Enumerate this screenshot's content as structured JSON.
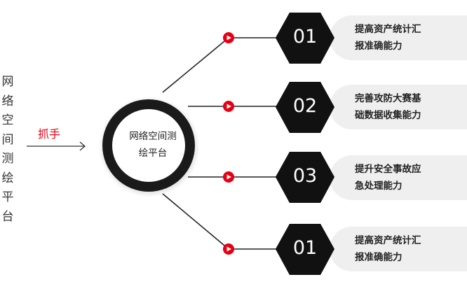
{
  "side_title": [
    "网",
    "络",
    "空",
    "间",
    "测",
    "绘",
    "平",
    "台"
  ],
  "action_label": "抓手",
  "hub": {
    "line1": "网络空间测",
    "line2": "绘平台"
  },
  "branches": [
    {
      "number": "01",
      "line1": "提高资产统计汇",
      "line2": "报准确能力"
    },
    {
      "number": "02",
      "line1": "完善攻防大赛基",
      "line2": "础数据收集能力"
    },
    {
      "number": "03",
      "line1": "提升安全事故应",
      "line2": "急处理能力"
    },
    {
      "number": "01",
      "line1": "提高资产统计汇",
      "line2": "报准确能力"
    }
  ],
  "colors": {
    "accent": "#e60012",
    "hexagon": "#111111",
    "card": "#efefef",
    "ring": "#1a1a1a"
  }
}
